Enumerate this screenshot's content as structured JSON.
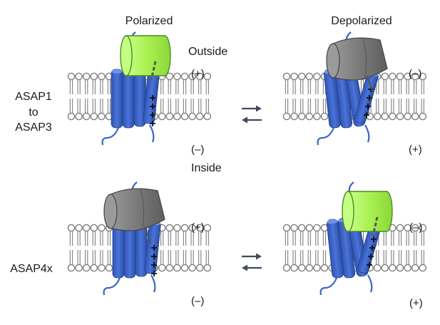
{
  "headers": {
    "left": "Polarized",
    "right": "Depolarized"
  },
  "side_labels": {
    "outside": "Outside",
    "inside": "Inside"
  },
  "rows": [
    {
      "name_lines": [
        "ASAP1",
        "to",
        "ASAP3"
      ]
    },
    {
      "name_lines": [
        "ASAP4x"
      ]
    }
  ],
  "charges": {
    "r1_left_top": "(+)",
    "r1_left_bottom": "(–)",
    "r1_right_top": "(–)",
    "r1_right_bottom": "(+)",
    "r2_left_top": "(+)",
    "r2_left_bottom": "(–)",
    "r2_right_top": "(–)",
    "r2_right_bottom": "(+)"
  },
  "sensor_states": {
    "r1_left": "bright",
    "r1_right": "dim",
    "r2_left": "dim",
    "r2_right": "bright"
  },
  "colors": {
    "bright_fluorescent": "#a8f050",
    "dim_protein": "#7a7a7a",
    "voltage_sensor": "#3c64c8",
    "membrane_lipid": "#808080",
    "arrows": "#404a5c"
  },
  "icons": {
    "bright": "green-cylinder-icon",
    "dim": "gray-bent-barrel-icon",
    "equilibrium": "equilibrium-arrows-icon"
  }
}
